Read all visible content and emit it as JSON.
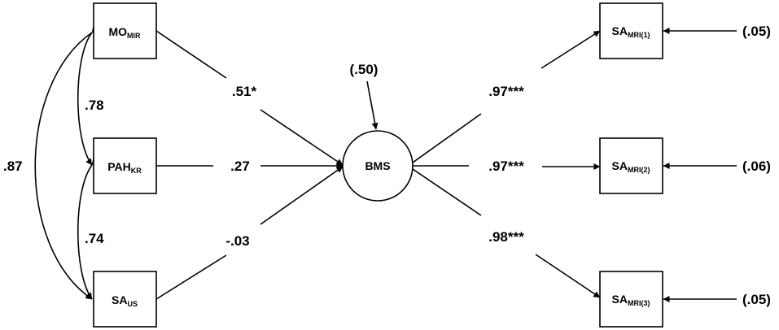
{
  "nodes": {
    "mo_mir": {
      "base": "MO",
      "sub": "MIR"
    },
    "pah_kr": {
      "base": "PAH",
      "sub": "KR"
    },
    "sa_us": {
      "base": "SA",
      "sub": "US"
    },
    "bms": {
      "label": "BMS"
    },
    "sa_mri1": {
      "base": "SA",
      "sub": "MRI(1)"
    },
    "sa_mri2": {
      "base": "SA",
      "sub": "MRI(2)"
    },
    "sa_mri3": {
      "base": "SA",
      "sub": "MRI(3)"
    }
  },
  "correlations": {
    "mo_pah": ".78",
    "pah_sa": ".74",
    "mo_sa": ".87"
  },
  "paths": {
    "mo_bms": ".51*",
    "pah_bms": ".27",
    "sa_bms": "-.03"
  },
  "loadings": {
    "mri1": ".97***",
    "mri2": ".97***",
    "mri3": ".98***"
  },
  "residuals": {
    "bms": "(.50)",
    "mri1": "(.05)",
    "mri2": "(.06)",
    "mri3": "(.05)"
  }
}
